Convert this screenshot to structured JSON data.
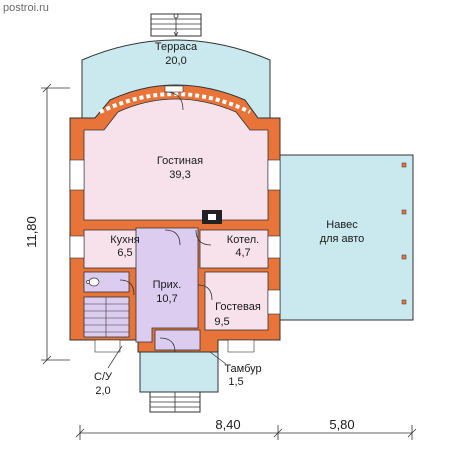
{
  "watermark": "postroi.ru",
  "rooms": {
    "terrace": {
      "name": "Терраса",
      "area": "20,0"
    },
    "living": {
      "name": "Гостиная",
      "area": "39,3"
    },
    "kitchen": {
      "name": "Кухня",
      "area": "6,5"
    },
    "boiler": {
      "name": "Котел.",
      "area": "4,7"
    },
    "hall": {
      "name": "Прих.",
      "area": "10,7"
    },
    "guest": {
      "name": "Гостевая",
      "area": "9,5"
    },
    "carport": {
      "name_line1": "Навес",
      "name_line2": "для авто"
    },
    "wc": {
      "name": "С/У",
      "area": "2,0"
    },
    "vestibule": {
      "name": "Тамбур",
      "area": "1,5"
    }
  },
  "dimensions": {
    "height": "11,80",
    "width_house": "8,40",
    "width_carport": "5,80"
  },
  "colors": {
    "wall": "#e8743a",
    "room_pink": "#f7e2ec",
    "room_lilac": "#dccdf0",
    "terrace_blue": "#c9e9ee",
    "line": "#333333"
  }
}
